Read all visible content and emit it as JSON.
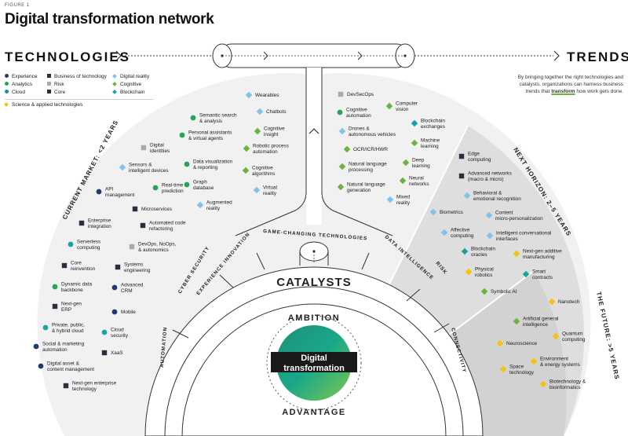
{
  "header": {
    "figure_label": "FIGURE 1",
    "title": "Digital transformation network"
  },
  "flow": {
    "left_heading": "TECHNOLOGIES",
    "right_heading": "TRENDS"
  },
  "legend": {
    "col1": [
      "Experience",
      "Analytics",
      "Cloud"
    ],
    "col2": [
      "Business of technology",
      "Risk",
      "Core"
    ],
    "col3": [
      "Digital reality",
      "Cognitive",
      "Blockchain"
    ],
    "extra": "Science & applied technologies"
  },
  "description": {
    "lines": [
      "By bringing together the right technologies and",
      "catalysts, organizations can harness business"
    ],
    "line3_pre": "trends that ",
    "line3_highlight": "transform",
    "line3_post": " how work gets done."
  },
  "sections": {
    "current_market": "CURRENT MARKET: <2 YEARS",
    "next_horizon": "NEXT HORIZON: 2–5 YEARS",
    "the_future": "THE FUTURE: >5 YEARS"
  },
  "catalyst_rings": [
    "AUTOMATION",
    "CYBER SECURITY",
    "EXPERIENCE INNOVATION",
    "GAME-CHANGING TECHNOLOGIES",
    "DATA INTELLIGENCE",
    "RISK",
    "CONNECTIVITY"
  ],
  "center": {
    "catalysts": "CATALYSTS",
    "ambition": "AMBITION",
    "advantage": "ADVANTAGE",
    "core_line1": "Digital",
    "core_line2": "transformation"
  },
  "colors": {
    "experience": "#3aa648",
    "analytics": "#1ba2a4",
    "cloud": "#1f8ea0",
    "business_of_technology": "#2d2d4a",
    "risk": "#a9a9a9",
    "core": "#2b2b3d",
    "digital_reality": "#7fc3ec",
    "cognitive": "#6cb33e",
    "blockchain": "#12a3a6",
    "science": "#f6c20e",
    "experience_dot": "#1f3b6e",
    "analytics_dot": "#27a35a"
  },
  "tech_items": [
    {
      "c": "darkcircle",
      "l": [
        "API",
        "management"
      ]
    },
    {
      "c": "darksquare",
      "l": [
        "Enterprise",
        "integration"
      ]
    },
    {
      "c": "tealcircle",
      "l": [
        "Serverless",
        "computing"
      ]
    },
    {
      "c": "darksquare",
      "l": [
        "Core",
        "reinvention"
      ]
    },
    {
      "c": "greencircle",
      "l": [
        "Dynamic data",
        "backbone"
      ]
    },
    {
      "c": "darksquare",
      "l": [
        "Next-gen",
        "ERP"
      ]
    },
    {
      "c": "tealcircle",
      "l": [
        "Private, public,",
        "& hybrid cloud"
      ]
    },
    {
      "c": "navycircle",
      "l": [
        "Social & marketing",
        "automation"
      ]
    },
    {
      "c": "navycircle",
      "l": [
        "Digital asset &",
        "content management"
      ]
    },
    {
      "c": "darksquare",
      "l": [
        "Next-gen enterprise",
        "technology"
      ]
    },
    {
      "c": "darksquare",
      "l": [
        "Microservices"
      ]
    },
    {
      "c": "darksquare",
      "l": [
        "Automated code",
        "refactoring"
      ]
    },
    {
      "c": "graysquare",
      "l": [
        "DevOps, NoOps,",
        "& autonomics"
      ]
    },
    {
      "c": "darksquare",
      "l": [
        "Systems",
        "engineering"
      ]
    },
    {
      "c": "navycircle",
      "l": [
        "Advanced",
        "CRM"
      ]
    },
    {
      "c": "navycircle",
      "l": [
        "Mobile"
      ]
    },
    {
      "c": "tealcircle",
      "l": [
        "Cloud",
        "security"
      ]
    },
    {
      "c": "darksquare",
      "l": [
        "XaaS"
      ]
    },
    {
      "c": "bluediamond",
      "l": [
        "Sensors &",
        "intelligent devices"
      ]
    },
    {
      "c": "graysquare",
      "l": [
        "Digital",
        "identities"
      ]
    },
    {
      "c": "greencircle",
      "l": [
        "Real-time",
        "prediction"
      ]
    },
    {
      "c": "greencircle",
      "l": [
        "Data visualization",
        "& reporting"
      ]
    },
    {
      "c": "greencircle",
      "l": [
        "Graph",
        "database"
      ]
    },
    {
      "c": "bluediamond",
      "l": [
        "Augmented",
        "reality"
      ]
    },
    {
      "c": "greencircle",
      "l": [
        "Semantic search",
        "& analysis"
      ]
    },
    {
      "c": "greencircle",
      "l": [
        "Personal assistants",
        "& virtual agents"
      ]
    },
    {
      "c": "greendiamond",
      "l": [
        "Robotic process",
        "automation"
      ]
    },
    {
      "c": "greendiamond",
      "l": [
        "Cognitive",
        "algorithms"
      ]
    },
    {
      "c": "bluediamond",
      "l": [
        "Virtual",
        "reality"
      ]
    },
    {
      "c": "bluediamond",
      "l": [
        "Wearables"
      ]
    },
    {
      "c": "bluediamond",
      "l": [
        "Chatbots"
      ]
    },
    {
      "c": "greendiamond",
      "l": [
        "Cognitive",
        "insight"
      ]
    },
    {
      "c": "graysquare",
      "l": [
        "DevSecOps"
      ]
    },
    {
      "c": "greencircle",
      "l": [
        "Cognitive",
        "automation"
      ]
    },
    {
      "c": "greendiamond",
      "l": [
        "Computer",
        "vision"
      ]
    },
    {
      "c": "bluediamond",
      "l": [
        "Drones &",
        "autonomous vehicles"
      ]
    },
    {
      "c": "tealdiamond",
      "l": [
        "Blockchain",
        "exchanges"
      ]
    },
    {
      "c": "greendiamond",
      "l": [
        "OCR/ICR/HWR"
      ]
    },
    {
      "c": "greendiamond",
      "l": [
        "Machine",
        "learning"
      ]
    },
    {
      "c": "greendiamond",
      "l": [
        "Natural language",
        "processing"
      ]
    },
    {
      "c": "greendiamond",
      "l": [
        "Deep",
        "learning"
      ]
    },
    {
      "c": "greendiamond",
      "l": [
        "Natural language",
        "generation"
      ]
    },
    {
      "c": "greendiamond",
      "l": [
        "Neural",
        "networks"
      ]
    },
    {
      "c": "bluediamond",
      "l": [
        "Mixed",
        "reality"
      ]
    },
    {
      "c": "darksquare",
      "l": [
        "Edge",
        "computing"
      ]
    },
    {
      "c": "darksquare",
      "l": [
        "Advanced networks",
        "(macro & micro)"
      ]
    },
    {
      "c": "bluediamond",
      "l": [
        "Behavioral &",
        "emotional recognition"
      ]
    },
    {
      "c": "bluediamond",
      "l": [
        "Biometrics"
      ]
    },
    {
      "c": "bluediamond",
      "l": [
        "Content",
        "micro-personalization"
      ]
    },
    {
      "c": "bluediamond",
      "l": [
        "Affective",
        "computing"
      ]
    },
    {
      "c": "bluediamond",
      "l": [
        "Intelligent conversational",
        "interfaces"
      ]
    },
    {
      "c": "tealdiamond",
      "l": [
        "Blockchain",
        "oracles"
      ]
    },
    {
      "c": "yellowdiamond",
      "l": [
        "Next-gen additive",
        "manufacturing"
      ]
    },
    {
      "c": "yellowdiamond",
      "l": [
        "Physical",
        "robotics"
      ]
    },
    {
      "c": "tealdiamond",
      "l": [
        "Smart",
        "contracts"
      ]
    },
    {
      "c": "greendiamond",
      "l": [
        "Symbolic AI"
      ]
    },
    {
      "c": "yellowdiamond",
      "l": [
        "Nanotech"
      ]
    },
    {
      "c": "greendiamond",
      "l": [
        "Artificial general",
        "intelligence"
      ]
    },
    {
      "c": "yellowdiamond",
      "l": [
        "Quantum",
        "computing"
      ]
    },
    {
      "c": "yellowdiamond",
      "l": [
        "Neuroscience"
      ]
    },
    {
      "c": "yellowdiamond",
      "l": [
        "Environment",
        "& energy systems"
      ]
    },
    {
      "c": "yellowdiamond",
      "l": [
        "Space",
        "technology"
      ]
    },
    {
      "c": "yellowdiamond",
      "l": [
        "Biotechnology &",
        "bioinformatics"
      ]
    }
  ]
}
